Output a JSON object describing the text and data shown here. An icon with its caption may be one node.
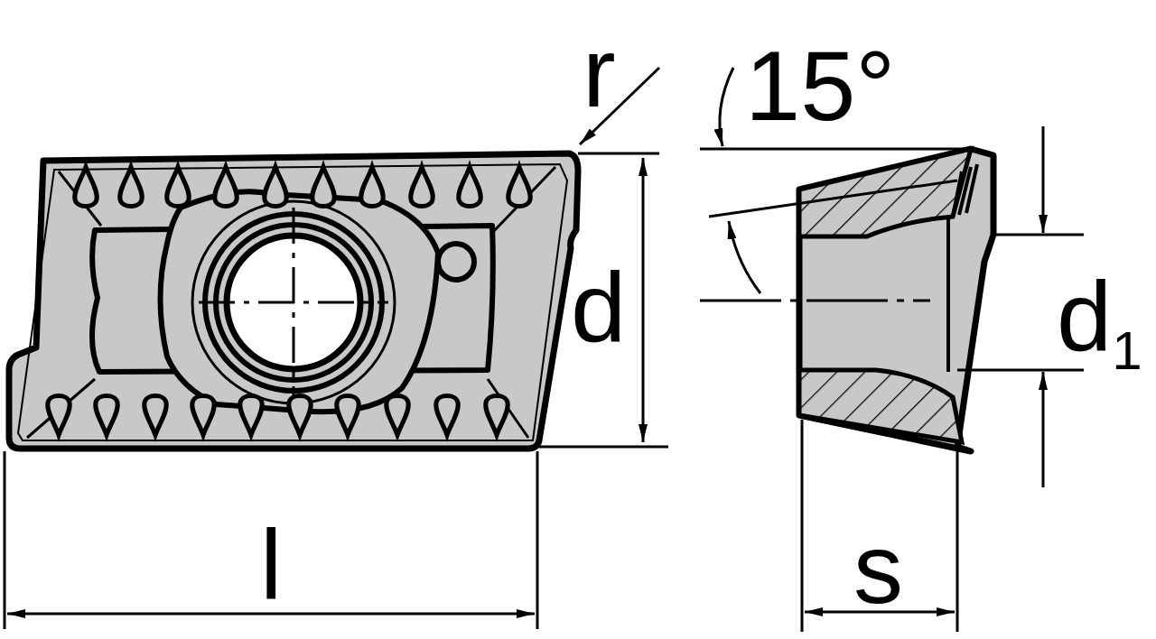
{
  "diagram": {
    "labels": [
      "r",
      "15°",
      "d",
      "d$_{1}$",
      "l",
      "s"
    ]
  }
}
